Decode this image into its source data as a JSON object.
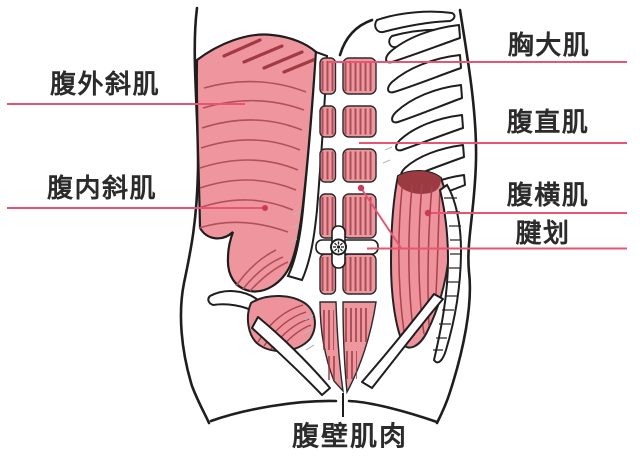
{
  "labels": {
    "xiongdaji": "胸大肌",
    "fuwaixieji": "腹外斜肌",
    "fuzhiji": "腹直肌",
    "funeixieji": "腹内斜肌",
    "fuhengji": "腹横肌",
    "jianhua": "腱划",
    "caption": "腹壁肌肉"
  },
  "colors": {
    "pointer_line": "#e75572",
    "pointer_dot": "#c93b55",
    "muscle_pink": "#ef959d",
    "muscle_fiber": "#b2505a",
    "muscle_striation": "#93363e",
    "muscle_dark_band": "#9c3a42",
    "outline": "#1e1e1e",
    "label_text": "#2b2b2b",
    "background": "#ffffff"
  }
}
